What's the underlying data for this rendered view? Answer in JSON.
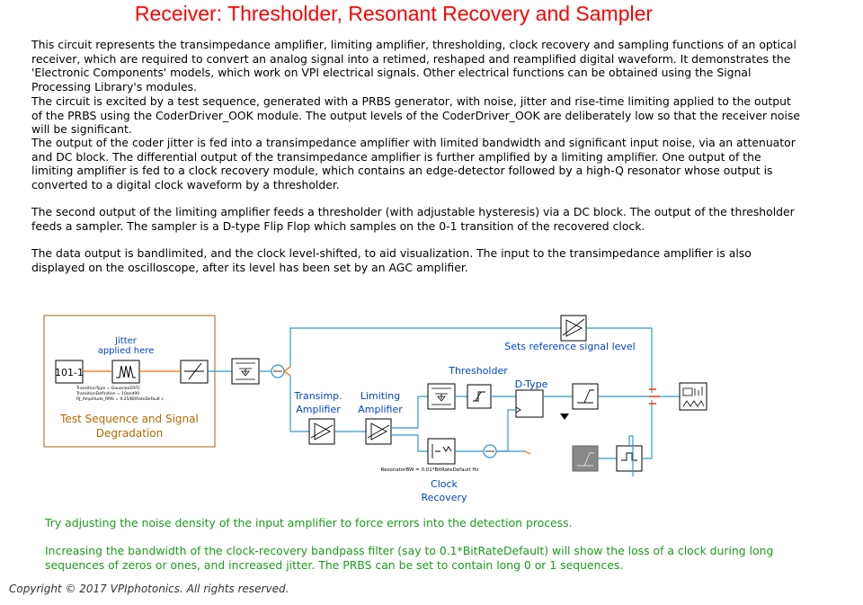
{
  "title": "Receiver: Thresholder, Resonant Recovery and Sampler",
  "paragraphs": [
    "This circuit represents the transimpedance amplifier, limiting amplifier, thresholding, clock recovery and sampling functions of an optical receiver, which are required to convert an analog signal into a retimed, reshaped and reamplified digital waveform. It demonstrates the 'Electronic Components' models, which work on VPI electrical signals. Other electrical functions can be obtained using the Signal Processing Library's modules.",
    "The circuit is excited by a test sequence, generated with a PRBS generator, with noise, jitter and rise-time limiting applied to the output of the PRBS using the CoderDriver_OOK module. The output levels of the CoderDriver_OOK are deliberately low so that the receiver noise will be significant.",
    "The output of the coder jitter is fed into a transimpedance amplifier with limited bandwidth and significant input noise, via an attenuator and DC block. The differential output of the transimpedance amplifier is further amplified by a limiting amplifier. One output of the limiting amplifier is fed to a clock recovery module, which contains an edge-detector followed by a high-Q resonator whose output is converted to a digital clock waveform by a thresholder.",
    "The second output of the limiting amplifier feeds a thresholder (with adjustable hysteresis) via a DC block. The output of the thresholder feeds a sampler. The sampler is a D-type Flip Flop which samples on the 0-1 transition of the recovered clock.",
    "The data output is bandlimited, and the clock level-shifted, to aid visualization. The input to the transimpedance amplifier is also displayed on the oscilloscope, after its level has been set by an AGC amplifier."
  ],
  "diagram": {
    "jitter_label_1": "Jitter",
    "jitter_label_2": "applied here",
    "prbs_label": "101-1",
    "params_1": "TransitionType = GaussianERFC",
    "params_2": "TransitionDefinition = 10and90",
    "params_3": "RJ_Amplitude_RMS = 0.25/BitRateDefault s",
    "test_seq_1": "Test Sequence and Signal",
    "test_seq_2": "Degradation",
    "transimp_1": "Transimp.",
    "transimp_2": "Amplifier",
    "limiting_1": "Limiting",
    "limiting_2": "Amplifier",
    "thresholder": "Thresholder",
    "dtype": "D-Type",
    "sets_ref": "Sets reference signal level",
    "resonator": "ResonatorBW = 0.01*BitRateDefault Hz",
    "clock_1": "Clock",
    "clock_2": "Recovery"
  },
  "notes": [
    "Try adjusting the noise density of the input amplifier to force errors into the detection process.",
    "Increasing the bandwidth of the clock-recovery bandpass filter (say to 0.1*BitRateDefault) will show the loss of a clock during long sequences of zeros or ones, and increased jitter. The PRBS can be set to contain long 0 or 1 sequences."
  ],
  "copyright": "Copyright © 2017 VPIphotonics. All rights reserved."
}
